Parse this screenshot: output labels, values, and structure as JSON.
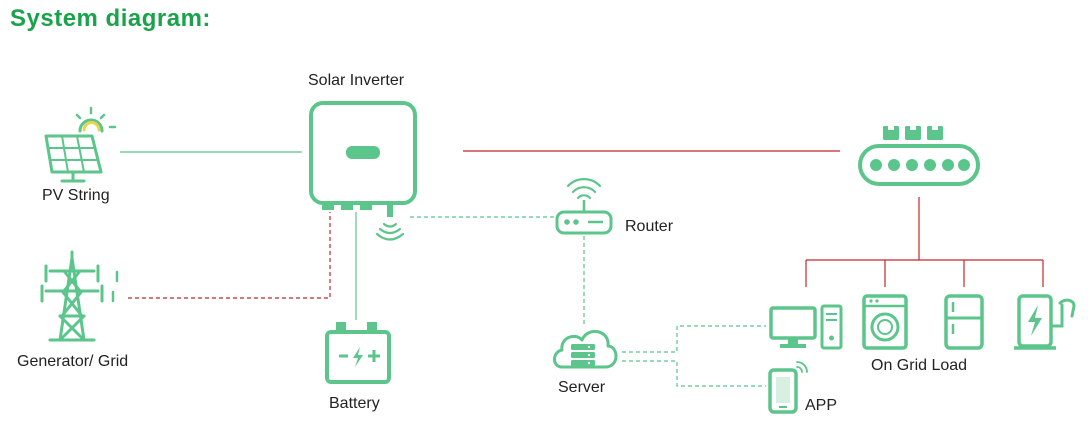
{
  "title": "System diagram:",
  "nodes": {
    "pv_string": "PV String",
    "solar_inverter": "Solar Inverter",
    "generator_grid": "Generator/ Grid",
    "battery": "Battery",
    "router": "Router",
    "server": "Server",
    "app": "APP",
    "on_grid_load": "On Grid Load"
  },
  "colors": {
    "title": "#1aa34a",
    "icon_green": "#5cc58b",
    "power_line_red": "#c0282a",
    "dc_line_green": "#5cc58b"
  },
  "icons": [
    "solar-panel-icon",
    "inverter-icon",
    "transmission-tower-icon",
    "battery-icon",
    "router-icon",
    "cloud-server-icon",
    "smartphone-icon",
    "conveyor-load-icon",
    "desktop-computer-icon",
    "washing-machine-icon",
    "refrigerator-icon",
    "ev-charger-icon",
    "wifi-icon"
  ]
}
